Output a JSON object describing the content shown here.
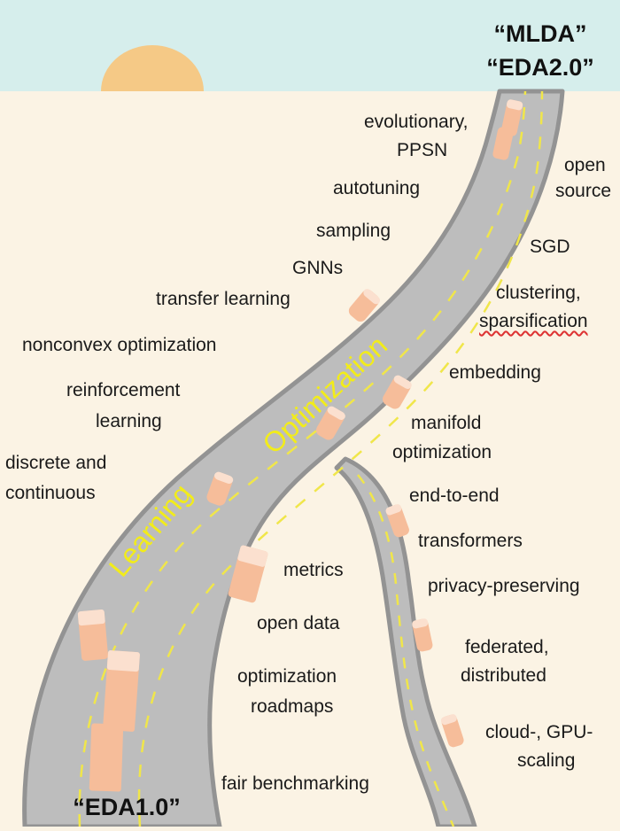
{
  "titles": {
    "top_line1": "“MLDA”",
    "top_line2": "“EDA2.0”",
    "bottom": "“EDA1.0”"
  },
  "road_words": {
    "learning": "Learning",
    "optimization": "Optimization"
  },
  "left_labels": {
    "evolutionary_1": "evolutionary,",
    "evolutionary_2": "PPSN",
    "autotuning": "autotuning",
    "sampling": "sampling",
    "gnns": "GNNs",
    "transfer": "transfer learning",
    "nonconvex": "nonconvex optimization",
    "rl_1": "reinforcement",
    "rl_2": "learning",
    "discrete_1": "discrete and",
    "discrete_2": "continuous"
  },
  "right_labels": {
    "open_1": "open",
    "open_2": "source",
    "sgd": "SGD",
    "clustering_1": "clustering,",
    "clustering_2": "sparsification",
    "embedding": "embedding",
    "manifold_1": "manifold",
    "manifold_2": "optimization",
    "e2e": "end-to-end",
    "transformers": "transformers",
    "privacy": "privacy-preserving",
    "federated_1": "federated,",
    "federated_2": "distributed",
    "cloud_1": "cloud-, GPU-",
    "cloud_2": "scaling"
  },
  "middle_labels": {
    "metrics": "metrics",
    "open_data": "open data",
    "roadmaps_1": "optimization",
    "roadmaps_2": "roadmaps",
    "fair": "fair benchmarking"
  },
  "colors": {
    "sky": "#d6eeec",
    "ground": "#fbf3e4",
    "sun": "#f5c986",
    "road": "#bdbdbd",
    "road_edge": "#939393",
    "lane": "#f0e64a",
    "car": "#f6bd9a",
    "car_light": "#fbe0cf",
    "road_text": "#f2ec1a"
  }
}
